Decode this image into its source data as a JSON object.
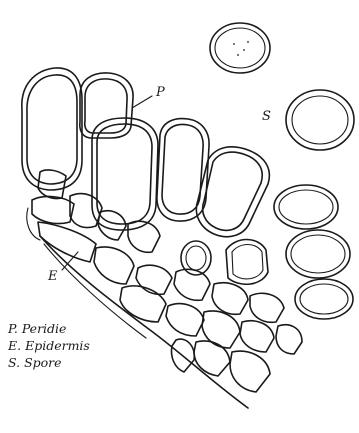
{
  "labels": {
    "peridie": "P",
    "spore": "S",
    "epidermis": "E"
  },
  "legend": [
    {
      "text": "P. Peridie"
    },
    {
      "text": "E. Epidermis"
    },
    {
      "text": "S. Spore"
    }
  ],
  "colors": {
    "ink": "#1a1a1a",
    "paper": "#ffffff"
  }
}
